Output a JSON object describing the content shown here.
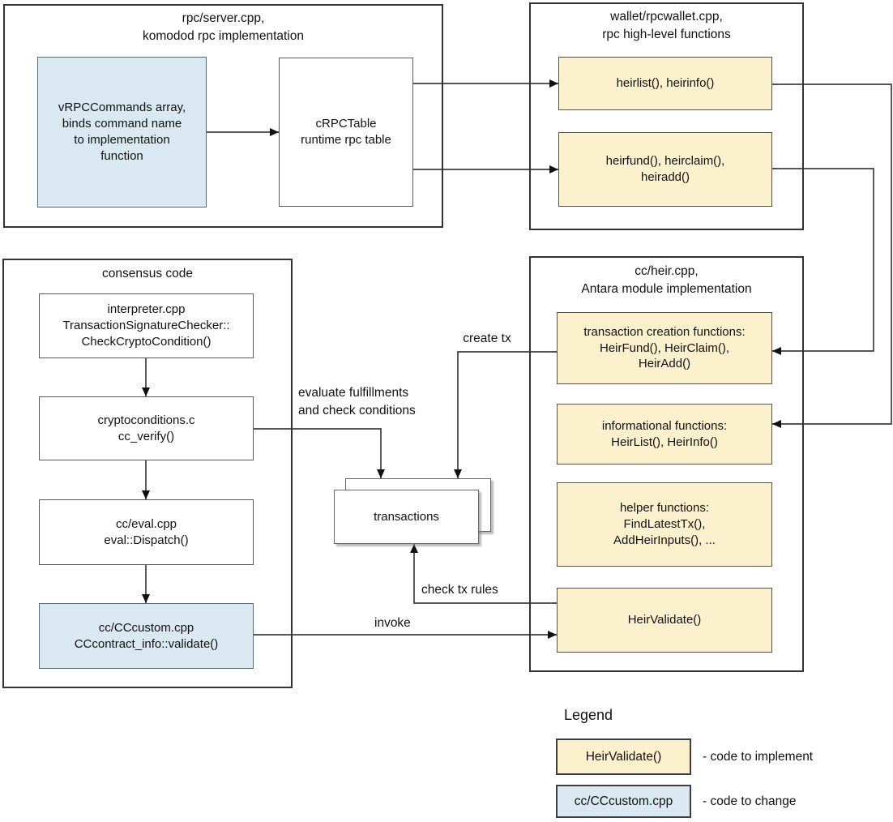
{
  "containers": {
    "rpc_server": {
      "title": "rpc/server.cpp,\nkomodod rpc implementation"
    },
    "wallet": {
      "title": "wallet/rpcwallet.cpp,\nrpc high-level functions"
    },
    "consensus": {
      "title": "consensus code"
    },
    "heir": {
      "title": "cc/heir.cpp,\nAntara module implementation"
    }
  },
  "nodes": {
    "vrpccommands": {
      "text": "vRPCCommands array,\nbinds command name\nto implementation\nfunction"
    },
    "crpctable": {
      "text": "cRPCTable\nruntime rpc table"
    },
    "heirlist_rpc": {
      "text": "heirlist(), heirinfo()"
    },
    "heirfund_rpc": {
      "text": "heirfund(), heirclaim(),\nheiradd()"
    },
    "interpreter": {
      "text": "interpreter.cpp\nTransactionSignatureChecker::\nCheckCryptoCondition()"
    },
    "cryptoconditions": {
      "text": "cryptoconditions.c\ncc_verify()"
    },
    "cceval": {
      "text": "cc/eval.cpp\neval::Dispatch()"
    },
    "cccustom": {
      "text": "cc/CCcustom.cpp\nCCcontract_info::validate()"
    },
    "tx_creation": {
      "text": "transaction creation functions:\nHeirFund(), HeirClaim(),\nHeirAdd()"
    },
    "informational": {
      "text": "informational functions:\nHeirList(), HeirInfo()"
    },
    "helper": {
      "text": "helper functions:\nFindLatestTx(),\nAddHeirInputs(), ..."
    },
    "heirvalidate": {
      "text": "HeirValidate()"
    },
    "transactions": {
      "text": "transactions"
    }
  },
  "edge_labels": {
    "create_tx": "create tx",
    "evaluate": "evaluate fulfillments\nand check conditions",
    "check_rules": "check tx rules",
    "invoke": "invoke"
  },
  "legend": {
    "title": "Legend",
    "items": [
      {
        "swatch": "HeirValidate()",
        "desc": "- code to implement"
      },
      {
        "swatch": "cc/CCcustom.cpp",
        "desc": "- code to change"
      }
    ]
  },
  "colors": {
    "implement_fill": "#fcf1cd",
    "change_fill": "#d9e8f1",
    "line": "#3f3f3f"
  }
}
